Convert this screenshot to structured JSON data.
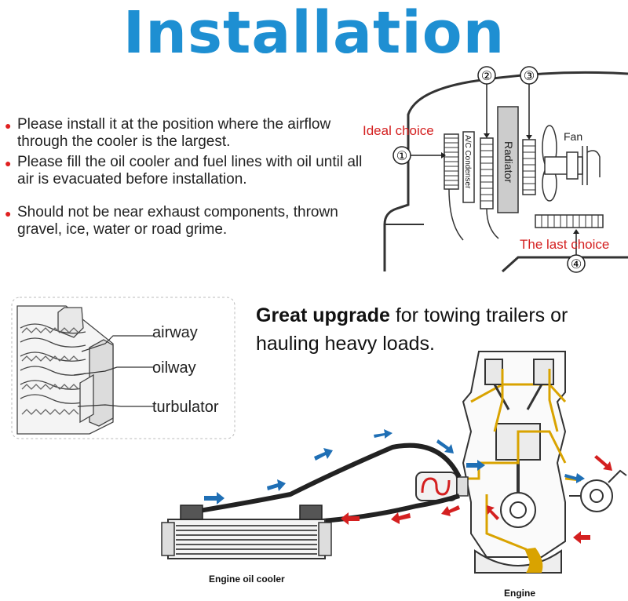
{
  "title": "Installation",
  "bullets": [
    "Please install it at the position where the airflow through the cooler is the largest.",
    "Please fill the oil cooler and fuel lines with oil until all air is evacuated before installation.",
    "Should not be near exhaust components, thrown gravel, ice, water or road grime."
  ],
  "position_diagram": {
    "ideal_label": "Ideal choice",
    "last_label": "The last choice",
    "fan_label": "Fan",
    "condenser_label": "A/C Condenser",
    "radiator_label": "Radiator",
    "markers": [
      "①",
      "②",
      "③",
      "④"
    ]
  },
  "cutaway": {
    "labels": [
      "airway",
      "oilway",
      "turbulator"
    ]
  },
  "upgrade": {
    "bold": "Great upgrade",
    "rest": " for towing trailers or hauling heavy loads."
  },
  "engine_diagram": {
    "cooler_label": "Engine oil cooler",
    "engine_label": "Engine"
  },
  "colors": {
    "title": "#1e8fd2",
    "accent_red": "#e02020",
    "flow_blue": "#1f6fb5",
    "oil_line": "#d9a300"
  }
}
